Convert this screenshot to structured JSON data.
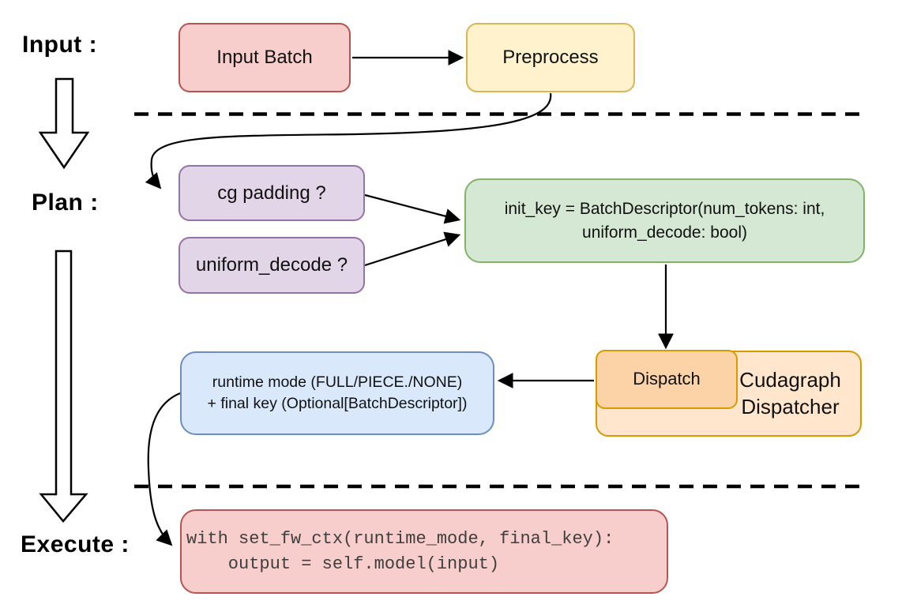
{
  "stage_labels": {
    "input": "Input :",
    "plan": "Plan :",
    "execute": "Execute :"
  },
  "nodes": {
    "input_batch": {
      "label": "Input Batch",
      "fill": "#f8cecc",
      "stroke": "#b85450"
    },
    "preprocess": {
      "label": "Preprocess",
      "fill": "#fff2cc",
      "stroke": "#d6b656"
    },
    "cg_padding": {
      "label": "cg padding ?",
      "fill": "#e1d5e7",
      "stroke": "#9673a6"
    },
    "uniform_decode": {
      "label": "uniform_decode ?",
      "fill": "#e1d5e7",
      "stroke": "#9673a6"
    },
    "init_key": {
      "line1": "init_key = BatchDescriptor(num_tokens: int,",
      "line2": "uniform_decode: bool)",
      "fill": "#d5e8d4",
      "stroke": "#82b366"
    },
    "dispatch": {
      "label": "Dispatch",
      "fill": "#fbd3a6",
      "stroke": "#d79b00"
    },
    "cudagraph_dispatcher": {
      "line1": "Cudagraph",
      "line2": "Dispatcher",
      "fill": "#ffe6cc",
      "stroke": "#d79b00"
    },
    "runtime_result": {
      "line1": "runtime mode (FULL/PIECE./NONE)",
      "line2": "+ final key (Optional[BatchDescriptor])",
      "fill": "#dae8fc",
      "stroke": "#6c8ebf"
    },
    "execute_code": {
      "line1": "with set_fw_ctx(runtime_mode, final_key):",
      "line2": "    output = self.model(input)",
      "fill": "#f8cecc",
      "stroke": "#b85450"
    }
  }
}
